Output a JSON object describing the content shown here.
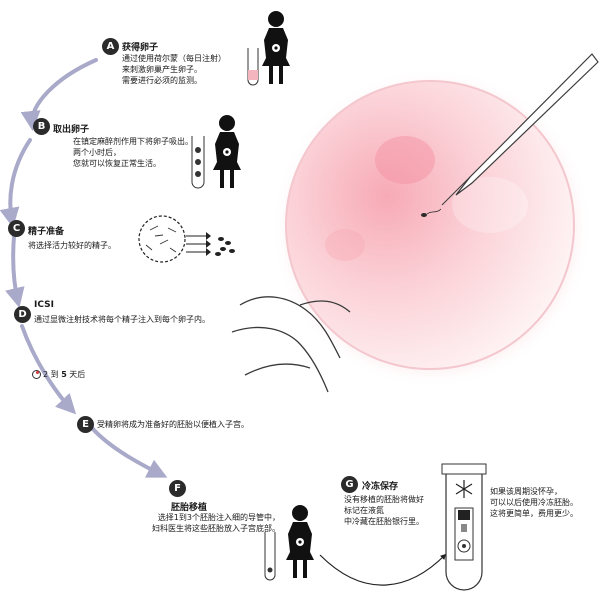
{
  "steps": {
    "A": {
      "letter": "A",
      "title": "获得卵子",
      "lines": [
        "通过使用荷尔蒙（每日注射）",
        "来刺激卵巢产生卵子。",
        "需要进行必须的监测。"
      ]
    },
    "B": {
      "letter": "B",
      "title": "取出卵子",
      "lines": [
        "在镇定麻醉剂作用下将卵子吸出。",
        "两个小时后，",
        "您就可以恢复正常生活。"
      ]
    },
    "C": {
      "letter": "C",
      "title": "精子准备",
      "lines": [
        "将选择活力较好的精子。"
      ]
    },
    "D": {
      "letter": "D",
      "title": "ICSI",
      "lines": [
        "通过显微注射技术将每个精子注入到每个卵子内。"
      ]
    },
    "E": {
      "letter": "E",
      "lines": [
        "受精卵将成为准备好的胚胎以便植入子宫。"
      ]
    },
    "F": {
      "letter": "F",
      "title": "胚胎移植",
      "lines": [
        "选择1到3个胚胎注入细的导管中，",
        "妇科医生将这些胚胎放入子宫底部。"
      ]
    },
    "G": {
      "letter": "G",
      "title": "冷冻保存",
      "lines": [
        "没有移植的胚胎将做好",
        "标记在液氮",
        "中冷藏在胚胎银行里。"
      ]
    }
  },
  "timing": {
    "text_pre": "2 到 ",
    "text_bold": "5",
    "text_post": " 天后"
  },
  "freeze_note": {
    "lines": [
      "如果该周期没怀孕，",
      "可以以后使用冷冻胚胎。",
      "这将更简单，费用更少。"
    ]
  },
  "icons": [
    "woman-icon",
    "test-tube-icon",
    "sperm-sample-icon",
    "egg-cell-icon",
    "micro-needle-icon",
    "pipette-icon",
    "cryo-tube-icon",
    "snowflake-icon",
    "clock-icon"
  ],
  "colors": {
    "flow_arrow": "#a9a9c9",
    "egg_pink": "#f4a9b4",
    "badge": "#2b2b2b"
  }
}
